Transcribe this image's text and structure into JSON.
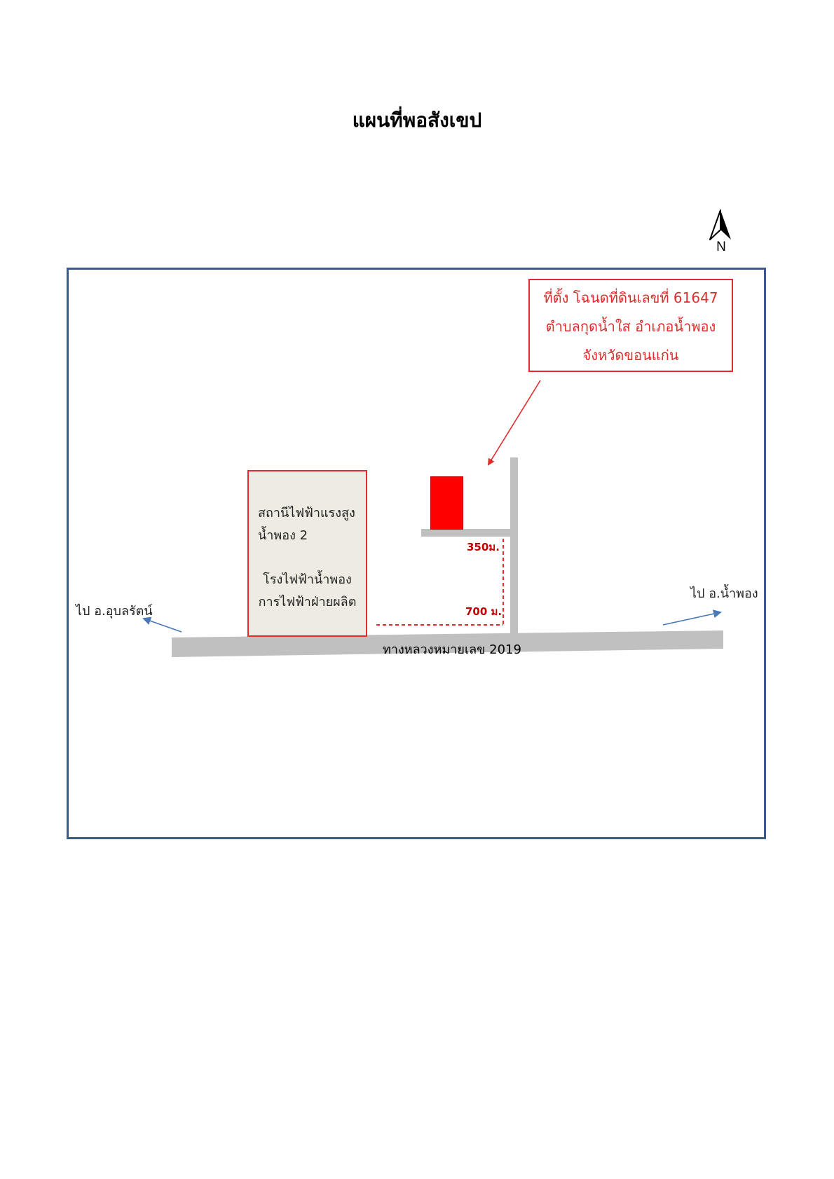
{
  "title": "แผนที่พอสังเขป",
  "north_label": "N",
  "location": {
    "line1": "ที่ตั้ง โฉนดที่ดินเลขที่ 61647",
    "line2": "ตำบลกุดน้ำใส อำเภอน้ำพอง",
    "line3": "จังหวัดขอนแก่น"
  },
  "station": {
    "line1": "สถานีไฟฟ้าแรงสูง",
    "line2": "น้ำพอง 2",
    "line3": "โรงไฟฟ้าน้ำพอง",
    "line4": "การไฟฟ้าฝ่ายผลิต"
  },
  "distances": {
    "short": "350ม.",
    "long": "700 ม."
  },
  "road_label": "ทางหลวงหมายเลข 2019",
  "directions": {
    "west": "ไป อ.อุบลรัตน์",
    "east": "ไป อ.น้ำพอง"
  },
  "colors": {
    "frame": "#3b5989",
    "callout_red": "#e22c2c",
    "plot_red": "#ff0000",
    "road_gray": "#c0c0c0",
    "direction_arrow": "#4a79b8",
    "station_fill": "#eeece2"
  }
}
